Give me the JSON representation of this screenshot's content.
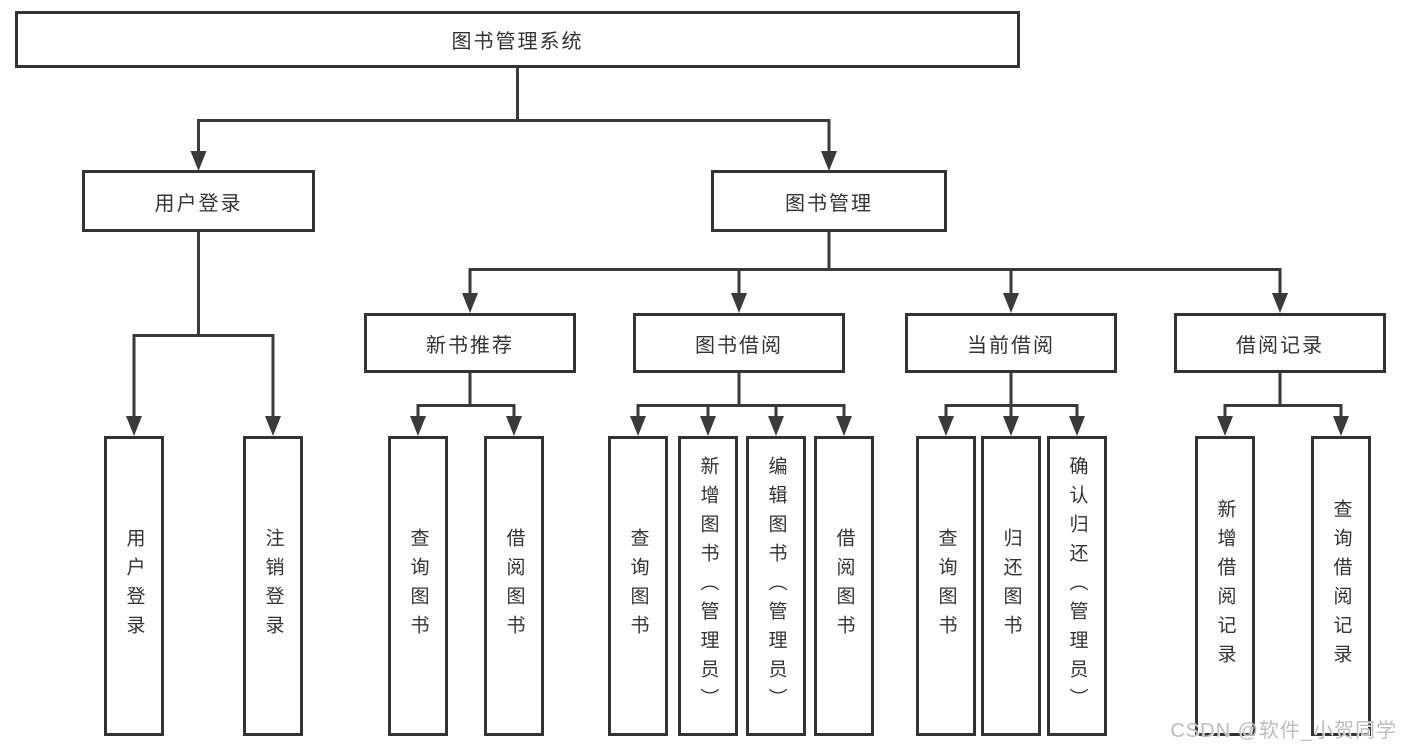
{
  "diagram": {
    "title": "图书管理系统",
    "level2": [
      {
        "label": "用户登录",
        "children": [
          {
            "label": "用户登录"
          },
          {
            "label": "注销登录"
          }
        ]
      },
      {
        "label": "图书管理",
        "children": [
          {
            "label": "新书推荐",
            "children": [
              {
                "label": "查询图书"
              },
              {
                "label": "借阅图书"
              }
            ]
          },
          {
            "label": "图书借阅",
            "children": [
              {
                "label": "查询图书"
              },
              {
                "label": "新增图书（管理员）"
              },
              {
                "label": "编辑图书（管理员）"
              },
              {
                "label": "借阅图书"
              }
            ]
          },
          {
            "label": "当前借阅",
            "children": [
              {
                "label": "查询图书"
              },
              {
                "label": "归还图书"
              },
              {
                "label": "确认归还（管理员）"
              }
            ]
          },
          {
            "label": "借阅记录",
            "children": [
              {
                "label": "新增借阅记录"
              },
              {
                "label": "查询借阅记录"
              }
            ]
          }
        ]
      }
    ]
  },
  "watermark": {
    "text": "CSDN @软件_小贺同学"
  },
  "colors": {
    "line": "#3a3a3a",
    "box_border": "#333333",
    "text": "#333333",
    "watermark": "#bdbdbd",
    "background": "#ffffff"
  }
}
